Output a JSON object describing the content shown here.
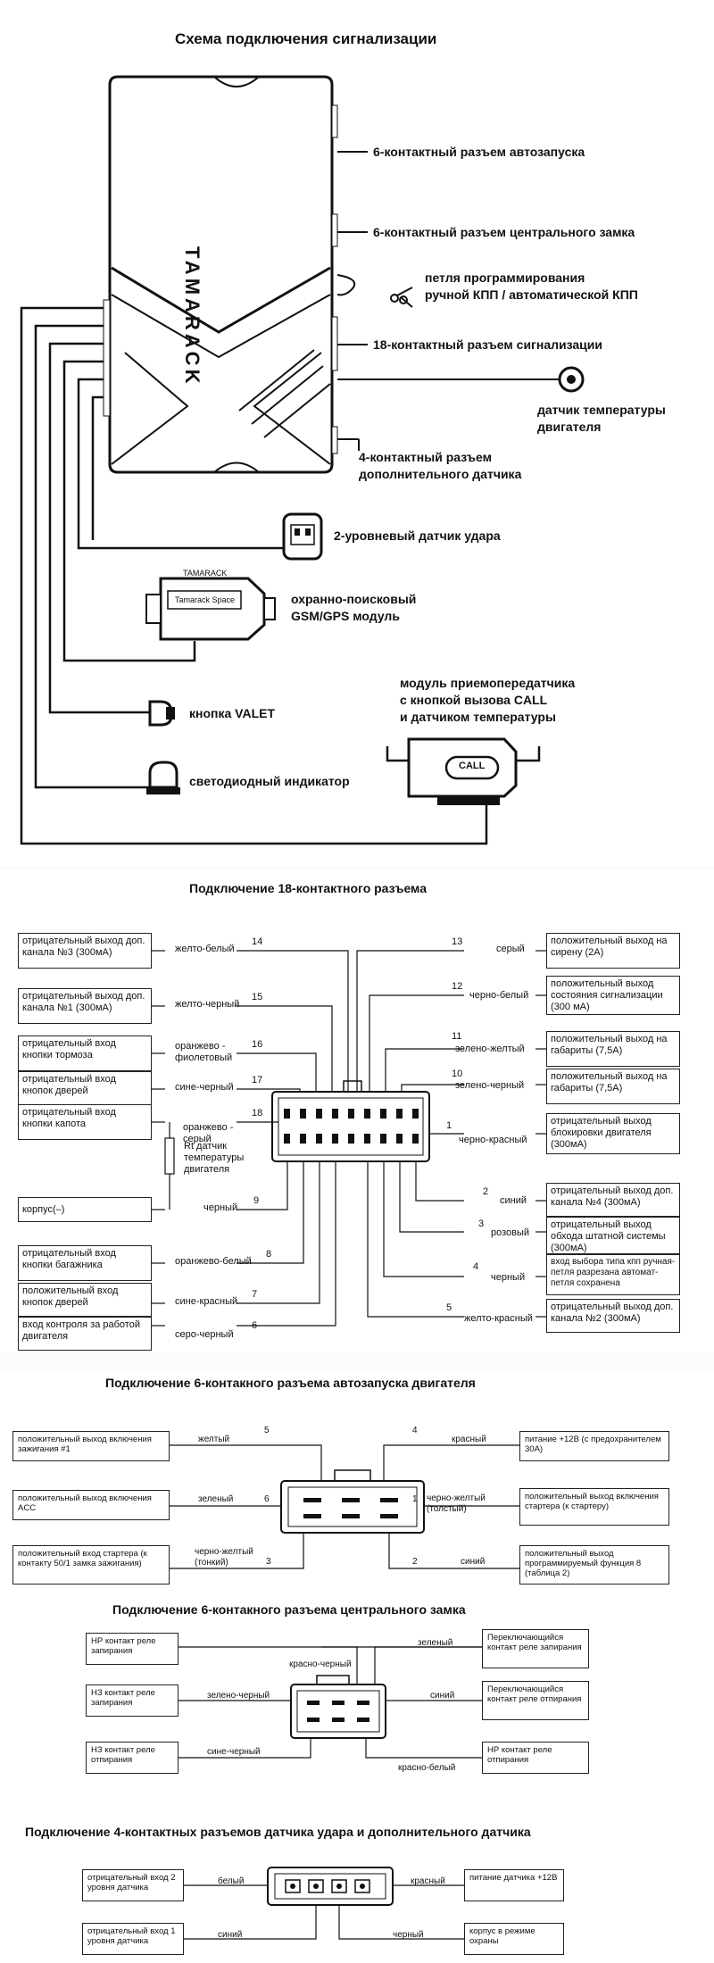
{
  "sec1": {
    "title": "Схема подключения сигнализации",
    "brand": "TAMARACK",
    "labels": {
      "autostart": "6-контактный разъем автозапуска",
      "central_lock": "6-контактный разъем центрального замка",
      "loop_1": "петля программирования",
      "loop_2": "ручной КПП / автоматической КПП",
      "conn18": "18-контактный разъем сигнализации",
      "temp_1": "датчик температуры",
      "temp_2": "двигателя",
      "aux_1": "4-контактный разъем",
      "aux_2": "дополнительного датчика",
      "shock": "2-уровневый датчик удара",
      "gsm_1": "охранно-поисковый",
      "gsm_2": "GSM/GPS модуль",
      "gsm_brand": "TAMARACK",
      "gsm_module": "Tamarack Space",
      "transceiver_1": "модуль приемопередатчика",
      "transceiver_2": "с кнопкой вызова CALL",
      "transceiver_3": "и датчиком температуры",
      "call": "CALL",
      "valet": "кнопка VALET",
      "led": "светодиодный индикатор"
    }
  },
  "sec2": {
    "title": "Подключение 18-контактного разъема",
    "left_boxes": [
      "отрицательный выход доп. канала №3 (300мА)",
      "отрицательный выход доп. канала №1 (300мА)",
      "отрицательный вход кнопки тормоза",
      "отрицательный вход кнопок дверей",
      "отрицательный вход кнопки капота",
      "корпус(–)",
      "отрицательный вход кнопки багажника",
      "положительный вход кнопок дверей",
      "вход контроля за работой двигателя"
    ],
    "right_boxes": [
      "положительный выход на сирену (2А)",
      "положительный выход состояния сигнализации (300 мА)",
      "положительный выход на габариты (7,5А)",
      "положительный выход на габариты (7,5А)",
      "отрицательный выход блокировки двигателя (300мА)",
      "отрицательный выход доп. канала №4 (300мА)",
      "отрицательный выход обхода штатной системы (300мА)",
      "вход выбора типа кпп ручная-петля разрезана автомат-петля сохранена",
      "отрицательный выход доп. канала №2 (300мА)"
    ],
    "left_wires": [
      {
        "num": "14",
        "color": "желто-белый"
      },
      {
        "num": "15",
        "color": "желто-черный"
      },
      {
        "num": "16",
        "color": "оранжево - фиолетовый"
      },
      {
        "num": "17",
        "color": "сине-черный"
      },
      {
        "num": "18",
        "color": "оранжево - серый"
      },
      {
        "num": "9",
        "color": "черный"
      },
      {
        "num": "8",
        "color": "оранжево-белый"
      },
      {
        "num": "7",
        "color": "сине-красный"
      },
      {
        "num": "6",
        "color": "серо-черный"
      }
    ],
    "right_wires": [
      {
        "num": "13",
        "color": "серый"
      },
      {
        "num": "12",
        "color": "черно-белый"
      },
      {
        "num": "11",
        "color": "зелено-желтый"
      },
      {
        "num": "10",
        "color": "зелено-черный"
      },
      {
        "num": "1",
        "color": "черно-красный"
      },
      {
        "num": "2",
        "color": "синий"
      },
      {
        "num": "3",
        "color": "розовый"
      },
      {
        "num": "4",
        "color": "черный"
      },
      {
        "num": "5",
        "color": "желто-красный"
      }
    ],
    "rt_label": "Rt датчик температуры двигателя"
  },
  "sec3": {
    "title": "Подключение 6-контакного разъема автозапуска двигателя",
    "left_boxes": [
      "положительный выход включения зажигания #1",
      "положительный выход включения ACC",
      "положительный вход стартера (к контакту 50/1 замка зажигания)"
    ],
    "right_boxes": [
      "питание +12В (с предохранителем 30А)",
      "положительный выход включения стартера (к стартеру)",
      "положительный выход программируемый функция 8 (таблица 2)"
    ],
    "wires": [
      {
        "num": "5",
        "color": "желтый"
      },
      {
        "num": "6",
        "color": "зеленый"
      },
      {
        "num": "3",
        "color": "черно-желтый (тонкий)"
      },
      {
        "num": "4",
        "color": "красный"
      },
      {
        "num": "1",
        "color": "черно-желтый (толстый)"
      },
      {
        "num": "2",
        "color": "синий"
      }
    ]
  },
  "sec4": {
    "title": "Подключение 6-контакного разъема центрального замка",
    "left_boxes": [
      "НР контакт реле запирания",
      "НЗ контакт реле запирания",
      "НЗ контакт реле отпирания"
    ],
    "right_boxes": [
      "Переключающийся контакт реле запирания",
      "Переключающийся контакт реле отпирания",
      "НР контакт реле отпирания"
    ],
    "wires": [
      "красно-черный",
      "зеленый",
      "зелено-черный",
      "синий",
      "сине-черный",
      "красно-белый"
    ]
  },
  "sec5": {
    "title": "Подключение 4-контактных разъемов датчика удара и дополнительного датчика",
    "left_boxes": [
      "отрицательный вход 2 уровня датчика",
      "отрицательный вход 1 уровня датчика"
    ],
    "right_boxes": [
      "питание датчика +12В",
      "корпус в режиме охраны"
    ],
    "wires": [
      "белый",
      "синий",
      "красный",
      "черный"
    ]
  }
}
